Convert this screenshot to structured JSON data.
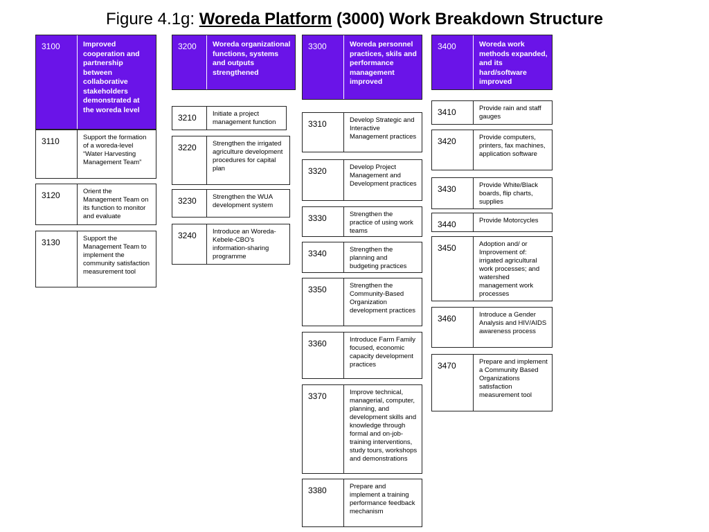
{
  "title": {
    "prefix": "Figure  4.1g: ",
    "platform": "Woreda Platform",
    "suffix": " (3000) Work Breakdown Structure"
  },
  "colors": {
    "header_fill": "#6a14e8",
    "border": "#222222"
  },
  "columns": [
    {
      "header": {
        "code": "3100",
        "text": "Improved cooperation and partnership between collaborative stakeholders demonstrated at the woreda level"
      },
      "items": [
        {
          "code": "3110",
          "text": "Support the formation of a woreda-level “Water Harvesting Management Team”"
        },
        {
          "code": "3120",
          "text": "Orient the Management Team on its function to monitor and evaluate"
        },
        {
          "code": "3130",
          "text": "Support the Management Team to implement the community satisfaction measurement tool"
        }
      ]
    },
    {
      "header": {
        "code": "3200",
        "text": "Woreda organizational functions, systems and outputs strengthened"
      },
      "items": [
        {
          "code": "3210",
          "text": "Initiate a project management function"
        },
        {
          "code": "3220",
          "text": "Strengthen the irrigated agriculture development procedures for capital plan"
        },
        {
          "code": "3230",
          "text": "Strengthen the WUA development system"
        },
        {
          "code": "3240",
          "text": "Introduce an Woreda-Kebele-CBO’s information-sharing programme"
        }
      ]
    },
    {
      "header": {
        "code": "3300",
        "text": "Woreda personnel practices, skils and performance management improved"
      },
      "items": [
        {
          "code": "3310",
          "text": "Develop Strategic and Interactive Management practices"
        },
        {
          "code": "3320",
          "text": "Develop Project Management and Development practices"
        },
        {
          "code": "3330",
          "text": "Strengthen the practice of using work teams"
        },
        {
          "code": "3340",
          "text": "Strengthen the planning and budgeting practices"
        },
        {
          "code": "3350",
          "text": "Strengthen the Community-Based Organization development practices"
        },
        {
          "code": "3360",
          "text": "Introduce Farm Family focused, economic capacity development practices"
        },
        {
          "code": "3370",
          "text": "Improve technical, managerial, computer,  planning, and development skills and knowledge through formal and on-job-training interventions, study tours, workshops and demonstrations"
        },
        {
          "code": "3380",
          "text": "Prepare and implement a training performance feedback mechanism"
        }
      ]
    },
    {
      "header": {
        "code": "3400",
        "text": "Woreda work methods expanded, and its hard/software improved"
      },
      "items": [
        {
          "code": "3410",
          "text": "Provide rain and staff gauges"
        },
        {
          "code": "3420",
          "text": "Provide computers, printers, fax machines, application software"
        },
        {
          "code": "3430",
          "text": "Provide White/Black boards, flip charts, supplies"
        },
        {
          "code": "3440",
          "text": "Provide Motorcycles"
        },
        {
          "code": "3450",
          "text": "Adoption and/ or Improvement of: irrigated agricultural work processes; and watershed management work processes"
        },
        {
          "code": "3460",
          "text": "Introduce a Gender Analysis and HIV/AIDS awareness process"
        },
        {
          "code": "3470",
          "text": "Prepare and implement a Community Based Organizations satisfaction measurement tool"
        }
      ]
    }
  ]
}
